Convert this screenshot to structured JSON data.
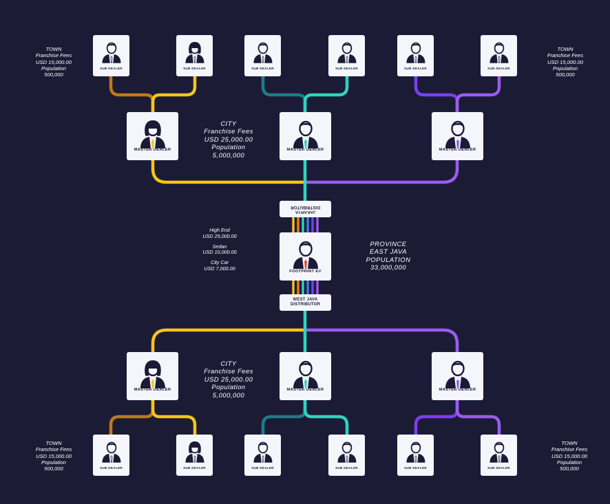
{
  "colors": {
    "background": "#1c1b36",
    "card": "#f5f6fb",
    "ink": "#1c1b36",
    "yellow": "#f5c518",
    "teal": "#2ed4be",
    "purple": "#9a5cf0",
    "brown": "#c07a18",
    "dark_teal": "#1e7c86",
    "violet": "#7b3ff0",
    "orange": "#f07a20",
    "blue": "#3c7cf0",
    "red": "#e84c3c"
  },
  "icons": {
    "sub_dealer": "person-icon",
    "master_dealer": "person-icon",
    "footprint": "person-icon"
  },
  "labels": {
    "sub_dealer": "SUB DEALER",
    "master_dealer": "MASTER DEALER",
    "footprint": "FOOTPRINT EV",
    "jakarta_distributor": [
      "JAKARTA",
      "DISTRIBUTOR"
    ],
    "west_java_distributor": [
      "WEST JAVA",
      "DISTRIBUTOR"
    ]
  },
  "town": {
    "lines": [
      "TOWN",
      "Franchise Fees",
      "USD 15,000.00",
      "Population",
      "500,000"
    ]
  },
  "city": {
    "lines": [
      "CITY",
      "Franchise Fees",
      "USD 25,000.00",
      "Population",
      "5,000,000"
    ]
  },
  "province": {
    "lines": [
      "PROVINCE",
      "EAST JAVA",
      "POPULATION",
      "33,000,000"
    ]
  },
  "prices": [
    {
      "name": "High End",
      "price": "USD 25,000.00"
    },
    {
      "name": "Sedan",
      "price": "USD 10,000.00"
    },
    {
      "name": "City Car",
      "price": "USD 7,000.00"
    }
  ]
}
